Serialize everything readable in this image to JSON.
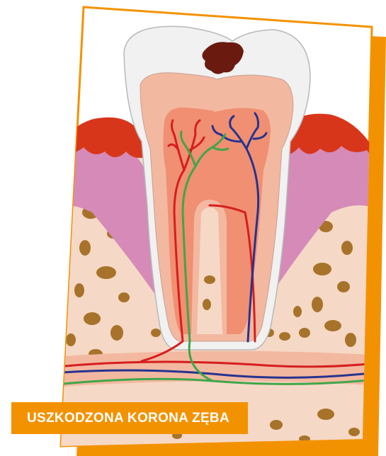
{
  "caption": {
    "text": "USZKODZONA KORONA ZĘBA"
  },
  "colors": {
    "frame_orange": "#f39200",
    "gum_red": "#d8361a",
    "gum_pink": "#d58ab8",
    "bone": "#f6d8c6",
    "bone_spot": "#a7732a",
    "enamel": "#f1f1f1",
    "dentin": "#f3b8a0",
    "pulp": "#f08f72",
    "caries": "#6b1a10",
    "artery": "#d61e1e",
    "vein": "#26338f",
    "nerve": "#3fa64a"
  },
  "icons": [
    "tooth-cross-section-illustration",
    "caries-lesion"
  ]
}
